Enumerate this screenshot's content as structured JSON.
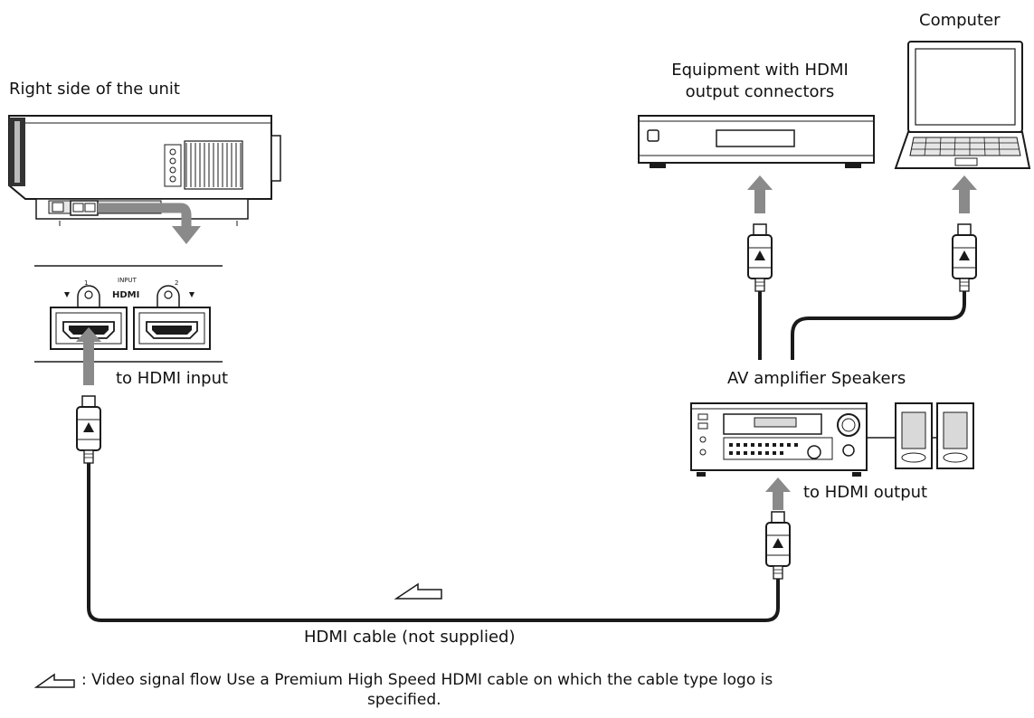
{
  "labels": {
    "projector": "Right side of the unit",
    "hdmi_input_panel": "INPUT",
    "hdmi_logo": "HDMI",
    "port1_number": "1",
    "port2_number": "2",
    "to_hdmi_input": "to HDMI input",
    "equipment": "Equipment with HDMI output connectors",
    "computer": "Computer",
    "av_amplifier": "AV amplifier Speakers",
    "to_hdmi_output": "to HDMI output",
    "cable": "HDMI cable (not supplied)"
  },
  "note": {
    "line1": ": Video signal flow Use a Premium High Speed HDMI cable on which the cable type logo is",
    "line2": "specified."
  },
  "colors": {
    "line": "#1a1a1a",
    "arrow": "#8a8a8a",
    "device_fill": "#ffffff",
    "device_shade": "#d9d9d9"
  }
}
